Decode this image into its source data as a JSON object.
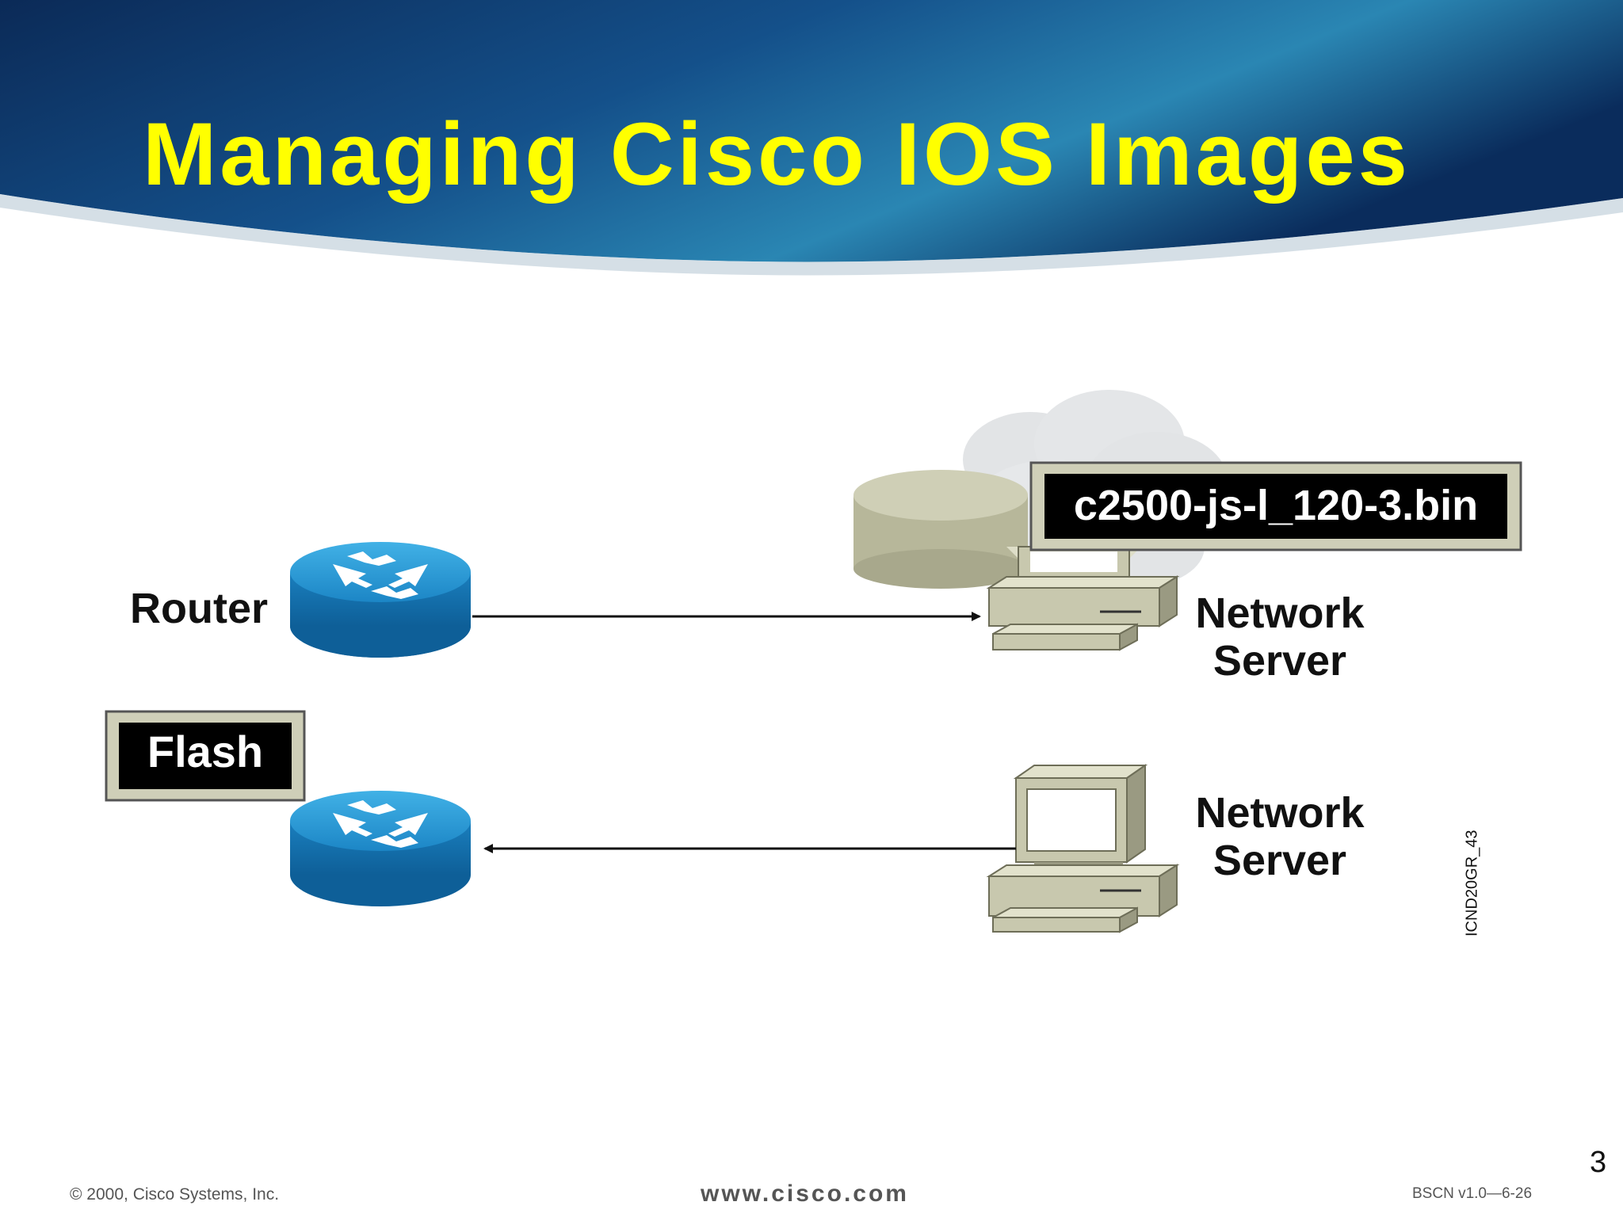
{
  "slide": {
    "title": "Managing Cisco IOS Images",
    "page_number": "3",
    "side_code": "ICND20GR_43"
  },
  "diagram": {
    "router_label": "Router",
    "flash_label": "Flash",
    "file_label": "c2500-js-l_120-3.bin",
    "server_top_label": [
      "Network",
      "Server"
    ],
    "server_bottom_label": [
      "Network",
      "Server"
    ]
  },
  "footer": {
    "copyright": "© 2000, Cisco Systems, Inc.",
    "website": "www.cisco.com",
    "course_code": "BSCN v1.0—6-26"
  },
  "colors": {
    "title": "#ffff00",
    "banner_dark": "#0a2c5c",
    "banner_light": "#2a86b3",
    "router_blue": "#1f8fd0",
    "device_beige": "#c8c8ae"
  }
}
